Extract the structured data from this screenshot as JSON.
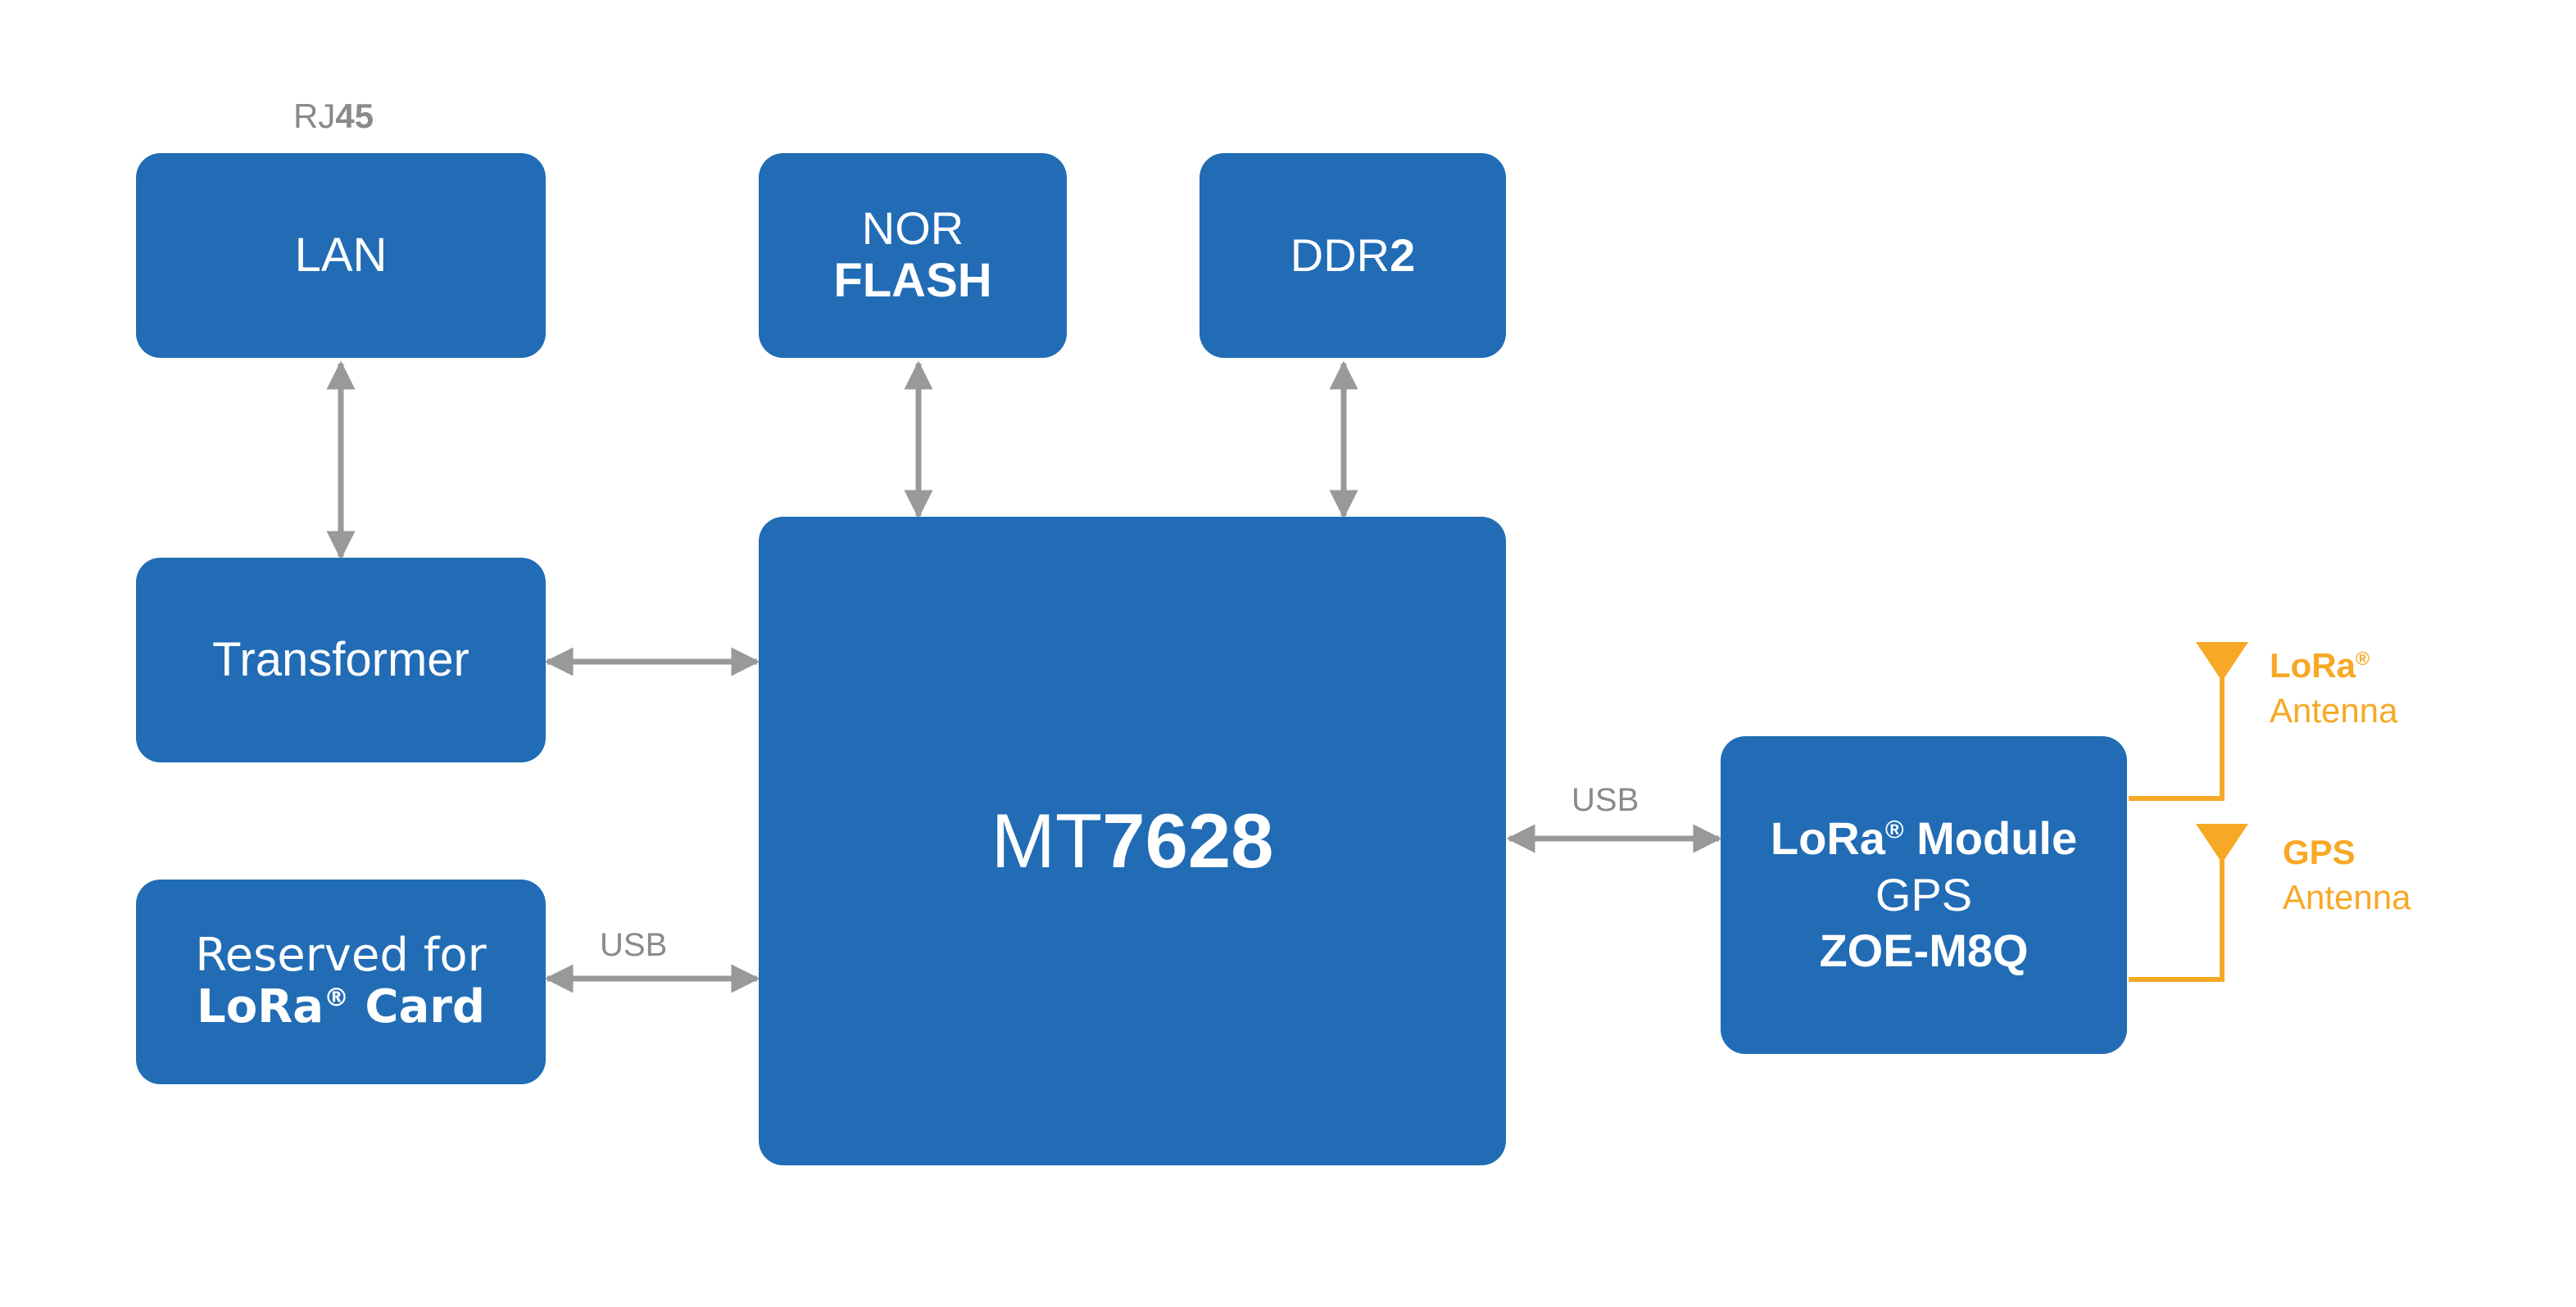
{
  "colors": {
    "box": "#216cb5",
    "arrow": "#999999",
    "antenna": "#f7a825"
  },
  "lan": {
    "top_label_a": "RJ",
    "top_label_b": "45",
    "text": "LAN"
  },
  "nor_flash": {
    "line1": "NOR",
    "line2": "FLASH"
  },
  "ddr2": {
    "text_a": "DDR",
    "text_b": "2"
  },
  "transformer": {
    "text": "Transformer"
  },
  "reserved": {
    "line1": "Reserved for",
    "line2_a": "LoRa",
    "reg": "®",
    "line2_b": "Card"
  },
  "mt7628": {
    "text_a": "MT",
    "text_b": "7628"
  },
  "lora_module": {
    "line1_a": "LoRa",
    "reg": "®",
    "line1_b": "Module",
    "line2": "GPS",
    "line3": "ZOE-M8Q"
  },
  "links": {
    "usb_reserved": "USB",
    "usb_module": "USB"
  },
  "antennas": {
    "lora": {
      "name": "LoRa",
      "reg": "®",
      "sub": "Antenna"
    },
    "gps": {
      "name": "GPS",
      "sub": "Antenna"
    }
  }
}
